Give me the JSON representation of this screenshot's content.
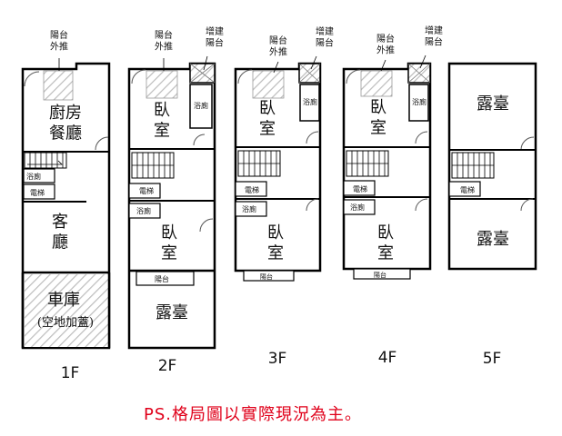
{
  "floors": {
    "f1": {
      "label": "1F",
      "balcony_out": "陽台\n外推",
      "kitchen": "廚房\n餐廳",
      "bathroom": "浴廁",
      "elevator": "電梯",
      "living_room": "客\n廳",
      "garage": "車庫",
      "garage_note": "(空地加蓋)"
    },
    "f2": {
      "label": "2F",
      "balcony_out": "陽台\n外推",
      "addition": "增建\n陽台",
      "bedroom_front": "臥\n室",
      "bathroom_front": "浴廁",
      "elevator": "電梯",
      "bathroom_mid": "浴廁",
      "bedroom_back": "臥\n室",
      "balcony": "陽台",
      "terrace": "露臺"
    },
    "f3": {
      "label": "3F",
      "balcony_out": "陽台\n外推",
      "addition": "增建\n陽台",
      "bedroom_front": "臥\n室",
      "bathroom_front": "浴廁",
      "elevator": "電梯",
      "bathroom_mid": "浴廁",
      "bedroom_back": "臥\n室",
      "balcony": "陽台"
    },
    "f4": {
      "label": "4F",
      "balcony_out": "陽台\n外推",
      "addition": "增建\n陽台",
      "bedroom_front": "臥\n室",
      "bathroom_front": "浴廁",
      "elevator": "電梯",
      "bathroom_mid": "浴廁",
      "bedroom_back": "臥\n室",
      "balcony": "陽台"
    },
    "f5": {
      "label": "5F",
      "terrace_front": "露臺",
      "elevator": "電梯",
      "terrace_back": "露臺"
    }
  },
  "note": "PS.格局圖以實際現況為主。"
}
